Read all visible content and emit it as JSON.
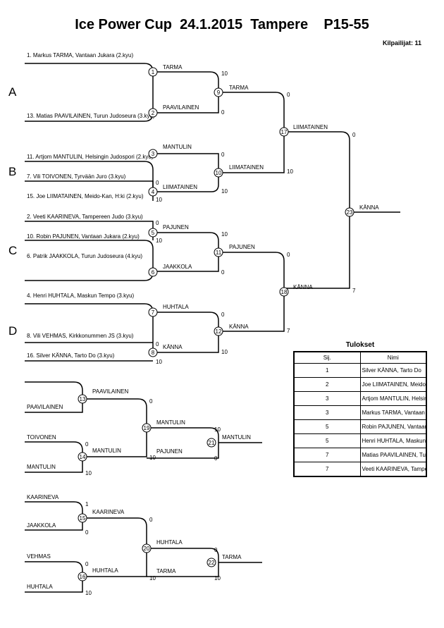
{
  "header": {
    "title": "Ice Power Cup  24.1.2015  Tampere    P15-55",
    "count": "Kilpailijat: 11"
  },
  "pools": [
    "A",
    "B",
    "C",
    "D"
  ],
  "entries": [
    "1. Markus TARMA, Vantaan Jukara (2.kyu)",
    "13. Matias PAAVILAINEN, Turun Judoseura (3.kyu)",
    "11. Artjom MANTULIN, Helsingin Judospori (2.kyu)",
    "7. Vili TOIVONEN, Tyrvään Juro (3.kyu)",
    "15. Joe LIIMATAINEN, Meido-Kan, H:ki (2.kyu)",
    "2. Veeti KAARINEVA, Tampereen Judo (3.kyu)",
    "10. Robin PAJUNEN, Vantaan Jukara (2.kyu)",
    "6. Patrik JAAKKOLA, Turun Judoseura (4.kyu)",
    "4. Henri HUHTALA, Maskun Tempo (3.kyu)",
    "8. Vili VEHMAS, Kirkkonummen JS (3.kyu)",
    "16. Silver KÄNNA, Tarto Do (3.kyu)"
  ],
  "matches": [
    {
      "n": "1",
      "w": "TARMA"
    },
    {
      "n": "2",
      "w": "PAAVILAINEN"
    },
    {
      "n": "3",
      "w": "MANTULIN"
    },
    {
      "n": "4",
      "w": "LIIMATAINEN"
    },
    {
      "n": "5",
      "w": "PAJUNEN"
    },
    {
      "n": "6",
      "w": "JAAKKOLA"
    },
    {
      "n": "7",
      "w": "HUHTALA"
    },
    {
      "n": "8",
      "w": "KÄNNA"
    },
    {
      "n": "9",
      "w": "TARMA"
    },
    {
      "n": "10",
      "w": "LIIMATAINEN"
    },
    {
      "n": "11",
      "w": "PAJUNEN"
    },
    {
      "n": "12",
      "w": "KÄNNA"
    },
    {
      "n": "17",
      "w": "LIIMATAINEN"
    },
    {
      "n": "18",
      "w": "KÄNNA"
    },
    {
      "n": "23",
      "w": "KÄNNA"
    }
  ],
  "scores": {
    "m4": [
      "0",
      "10"
    ],
    "m5": [
      "0",
      "10"
    ],
    "m8": [
      "0",
      "10"
    ],
    "m9": [
      "10",
      "0"
    ],
    "m10": [
      "0",
      "10"
    ],
    "m11": [
      "10",
      "0"
    ],
    "m12": [
      "0",
      "10"
    ],
    "m17": [
      "0",
      "10"
    ],
    "m18": [
      "0",
      "7"
    ],
    "m23": [
      "0",
      "7"
    ]
  },
  "repechage": [
    {
      "n": "13",
      "a": "PAAVILAINEN",
      "w": "PAAVILAINEN"
    },
    {
      "n": "14",
      "a": "TOIVONEN",
      "b": "MANTULIN",
      "w": "MANTULIN",
      "sa": "0",
      "sb": "10"
    },
    {
      "n": "19",
      "w": "MANTULIN",
      "sa": "0",
      "sb": "10"
    },
    {
      "n": "21",
      "b": "PAJUNEN",
      "w": "MANTULIN",
      "sa": "10",
      "sb": "0"
    },
    {
      "n": "15",
      "a": "KAARINEVA",
      "b": "JAAKKOLA",
      "w": "KAARINEVA",
      "sa": "1",
      "sb": "0"
    },
    {
      "n": "16",
      "a": "VEHMAS",
      "b": "HUHTALA",
      "w": "HUHTALA",
      "sa": "0",
      "sb": "10"
    },
    {
      "n": "20",
      "w": "HUHTALA",
      "sa": "0",
      "sb": "10"
    },
    {
      "n": "22",
      "b": "TARMA",
      "w": "TARMA",
      "sa": "0",
      "sb": "10"
    }
  ],
  "results": {
    "title": "Tulokset",
    "headers": [
      "Sij.",
      "Nimi"
    ],
    "rows": [
      {
        "place": "1",
        "name": "Silver KÄNNA, Tarto Do"
      },
      {
        "place": "2",
        "name": "Joe LIIMATAINEN, Meido-Kan, H:ki"
      },
      {
        "place": "3",
        "name": "Artjom MANTULIN, Helsingin Judosport"
      },
      {
        "place": "3",
        "name": "Markus TARMA, Vantaan Jukara"
      },
      {
        "place": "5",
        "name": "Robin PAJUNEN, Vantaan Jukara"
      },
      {
        "place": "5",
        "name": "Henri HUHTALA, Maskun Tempo"
      },
      {
        "place": "7",
        "name": "Matias PAAVILAINEN, Turun Judoseura"
      },
      {
        "place": "7",
        "name": "Veeti KAARINEVA, Tampereen Judo"
      }
    ]
  }
}
